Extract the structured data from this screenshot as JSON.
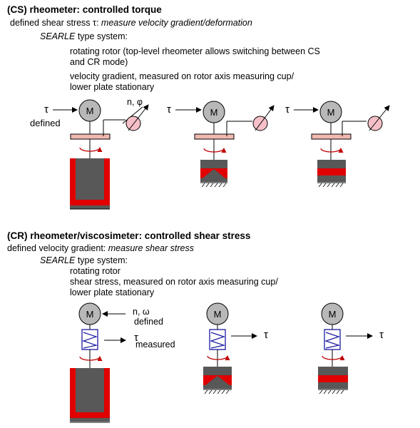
{
  "cs": {
    "heading": "(CS)  rheometer: controlled torque",
    "line1_prefix": "defined shear stress τ: ",
    "line1_italic": "measure velocity gradient/deformation",
    "searle_italic": "SEARLE",
    "searle_rest": "  type system:",
    "bullet1": "rotating rotor (top-level rheometer allows switching between CS and CR mode)",
    "bullet2": "velocity gradient, measured on rotor axis measuring cup/ lower plate stationary",
    "tau": "τ",
    "motor": "M",
    "defined": "defined",
    "n_phi": "n, φ"
  },
  "cr": {
    "heading": "(CR)  rheometer/viscosimeter: controlled shear stress",
    "line1_prefix": "defined velocity gradient: ",
    "line1_italic": "measure shear stress",
    "searle_italic": "SEARLE",
    "searle_rest": "  type system:",
    "bullet1": "rotating rotor",
    "bullet2": "shear stress, measured on rotor axis measuring cup/ lower plate stationary",
    "tau": "τ",
    "motor": "M",
    "n_omega": "n, ω",
    "defined": "defined",
    "measured": "measured"
  },
  "colors": {
    "motor_fill": "#b8b8b8",
    "gauge_fill": "#f5c0c8",
    "plate_fill": "#f0b8b0",
    "sample_red": "#e00000",
    "body_gray": "#585858",
    "spring_blue": "#1a1aa0",
    "arrow_red": "#c00000"
  }
}
